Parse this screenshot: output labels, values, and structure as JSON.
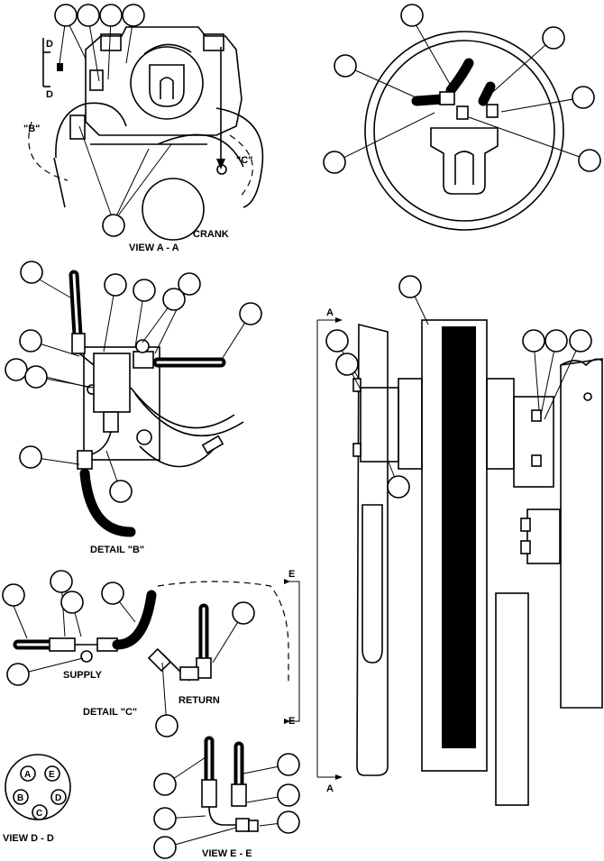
{
  "labels": {
    "view_a_a": "VIEW A - A",
    "crank": "CRANK",
    "b_marker": "\"B\"",
    "c_marker": "\"C\"",
    "d_top": "D",
    "d_bottom": "D",
    "detail_b": "DETAIL \"B\"",
    "detail_c": "DETAIL \"C\"",
    "supply": "SUPPLY",
    "return": "RETURN",
    "e_top": "E",
    "e_bottom": "E",
    "a_top": "A",
    "a_bottom": "A",
    "view_d_d": "VIEW D - D",
    "view_e_e": "VIEW E - E"
  },
  "connector_pins": [
    "A",
    "E",
    "B",
    "D",
    "C"
  ]
}
